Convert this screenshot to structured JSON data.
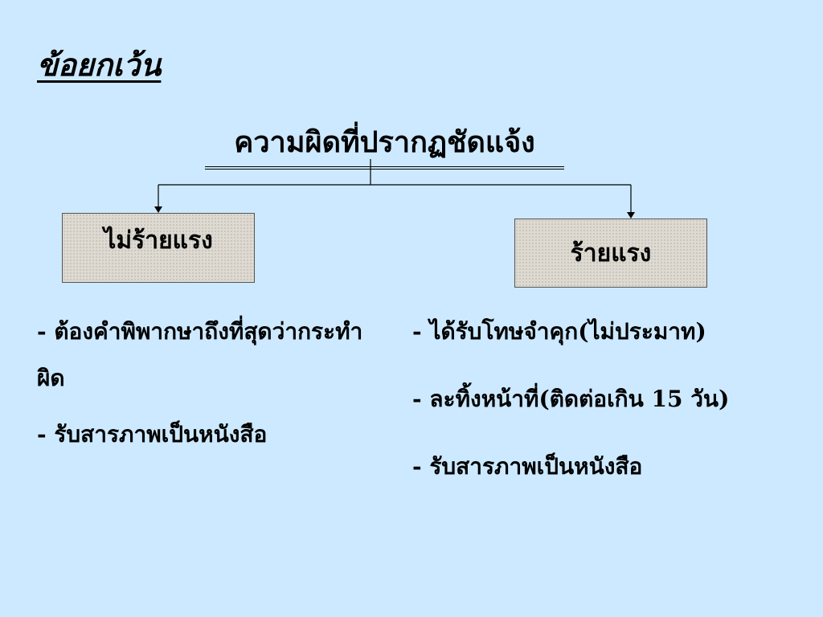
{
  "heading": "ข้อยกเว้น",
  "root": "ความผิดที่ปรากฏชัดแจ้ง",
  "left_branch": {
    "label": "ไม่ร้ายแรง",
    "items": [
      "-  ต้องคำพิพากษาถึงที่สุดว่ากระทำผิด",
      "-  รับสารภาพเป็นหนังสือ"
    ]
  },
  "right_branch": {
    "label": "ร้ายแรง",
    "items": [
      "-  ได้รับโทษจำคุก(ไม่ประมาท)",
      "-  ละทิ้งหน้าที่(ติดต่อเกิน 15 วัน)",
      "-  รับสารภาพเป็นหนังสือ"
    ]
  },
  "colors": {
    "background": "#cce9ff",
    "box_fill": "#dedad2",
    "line": "#000000"
  }
}
